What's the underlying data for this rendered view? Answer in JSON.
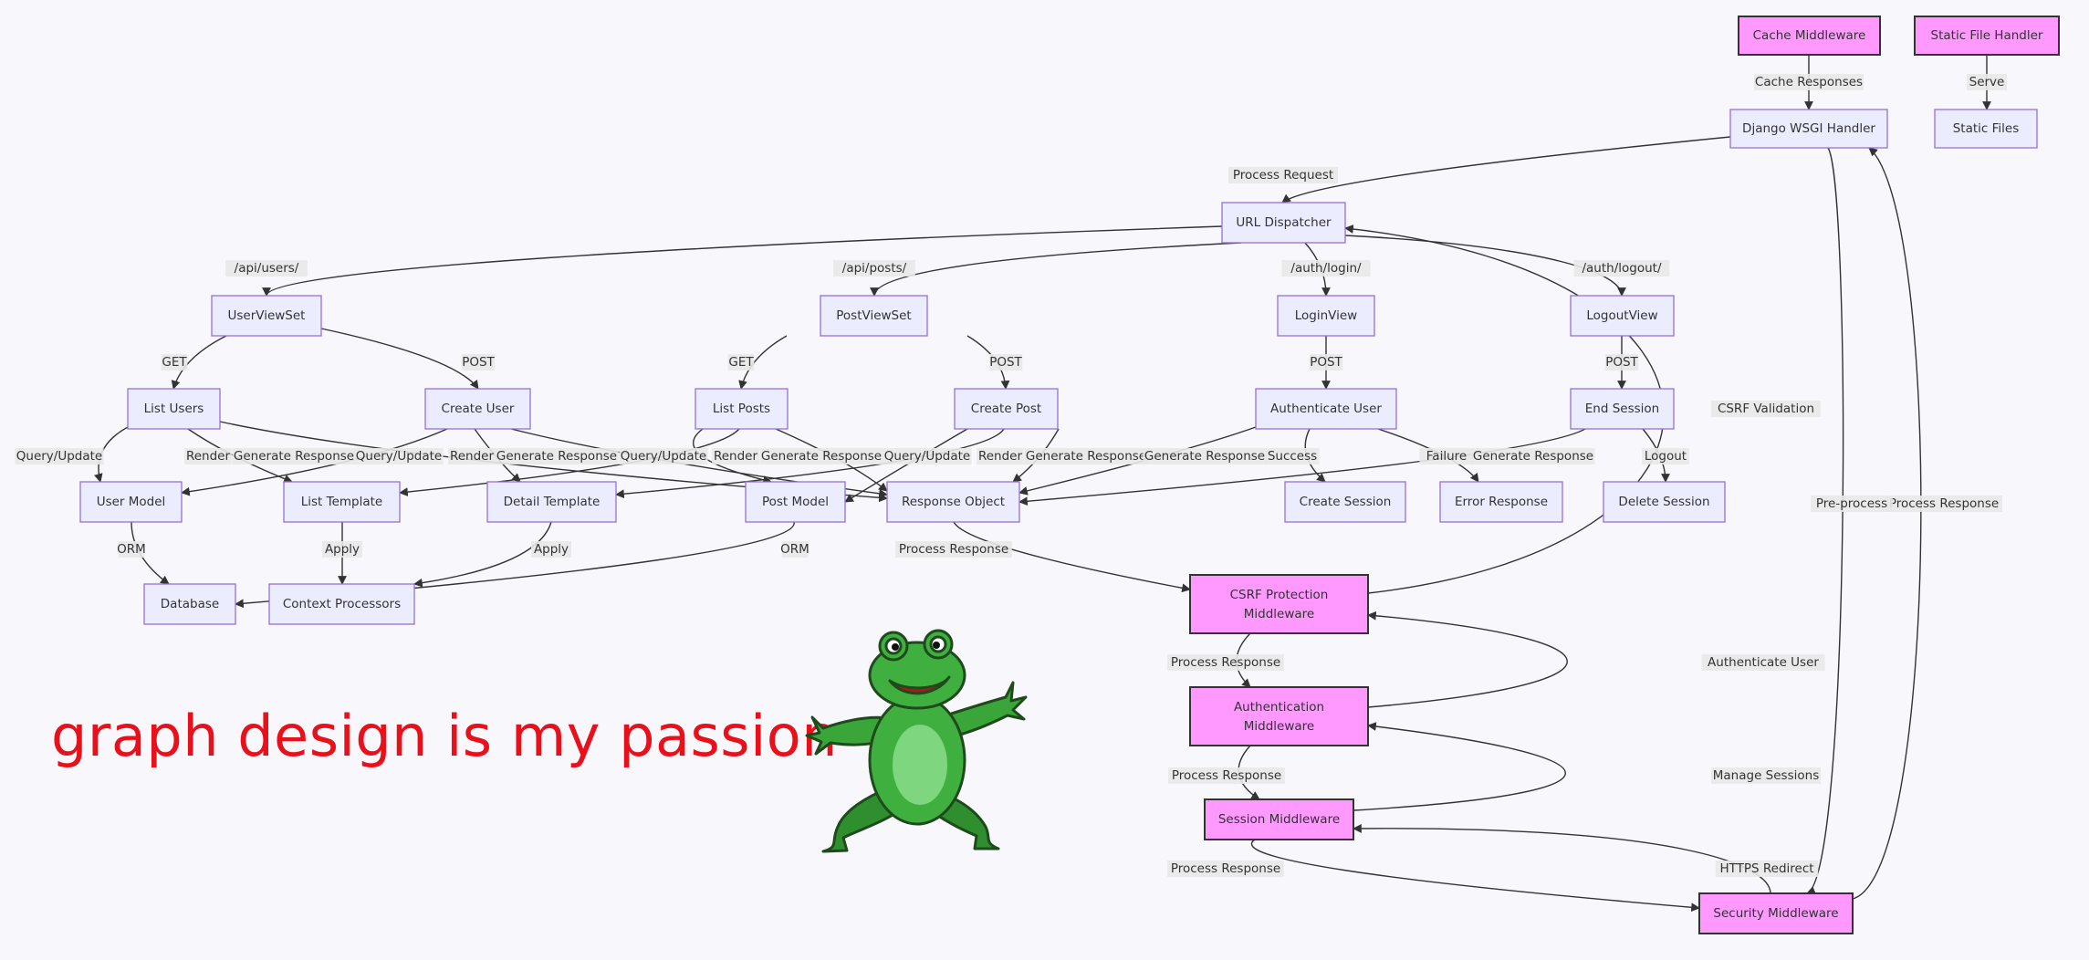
{
  "colors": {
    "node_fill": "#ececff",
    "node_border": "#9370db",
    "highlight_fill": "#ff99ff",
    "edge": "#333333",
    "caption": "#e8101a",
    "background": "#f8f8fc"
  },
  "caption": "graph design is my passion",
  "sticker": "frog-icon",
  "nodes": [
    {
      "id": "cache",
      "label": "Cache Middleware",
      "style": "highlight"
    },
    {
      "id": "static_handler",
      "label": "Static File Handler",
      "style": "highlight"
    },
    {
      "id": "wsgi",
      "label": "Django WSGI Handler",
      "style": "normal"
    },
    {
      "id": "static_files",
      "label": "Static Files",
      "style": "normal"
    },
    {
      "id": "url",
      "label": "URL Dispatcher",
      "style": "normal"
    },
    {
      "id": "userviewset",
      "label": "UserViewSet",
      "style": "normal"
    },
    {
      "id": "postviewset",
      "label": "PostViewSet",
      "style": "normal"
    },
    {
      "id": "loginview",
      "label": "LoginView",
      "style": "normal"
    },
    {
      "id": "logoutview",
      "label": "LogoutView",
      "style": "normal"
    },
    {
      "id": "listusers",
      "label": "List Users",
      "style": "normal"
    },
    {
      "id": "createuser",
      "label": "Create User",
      "style": "normal"
    },
    {
      "id": "listposts",
      "label": "List Posts",
      "style": "normal"
    },
    {
      "id": "createpost",
      "label": "Create Post",
      "style": "normal"
    },
    {
      "id": "authuser",
      "label": "Authenticate User",
      "style": "normal"
    },
    {
      "id": "endsession",
      "label": "End Session",
      "style": "normal"
    },
    {
      "id": "usermodel",
      "label": "User Model",
      "style": "normal"
    },
    {
      "id": "listtemplate",
      "label": "List Template",
      "style": "normal"
    },
    {
      "id": "detailtemplate",
      "label": "Detail Template",
      "style": "normal"
    },
    {
      "id": "postmodel",
      "label": "Post Model",
      "style": "normal"
    },
    {
      "id": "response",
      "label": "Response Object",
      "style": "normal"
    },
    {
      "id": "createsession",
      "label": "Create Session",
      "style": "normal"
    },
    {
      "id": "errorresponse",
      "label": "Error Response",
      "style": "normal"
    },
    {
      "id": "deletesession",
      "label": "Delete Session",
      "style": "normal"
    },
    {
      "id": "database",
      "label": "Database",
      "style": "normal"
    },
    {
      "id": "context",
      "label": "Context Processors",
      "style": "normal"
    },
    {
      "id": "csrf",
      "label": "CSRF Protection",
      "label2": "Middleware",
      "style": "highlight"
    },
    {
      "id": "authmw",
      "label": "Authentication",
      "label2": "Middleware",
      "style": "highlight"
    },
    {
      "id": "sessionmw",
      "label": "Session Middleware",
      "style": "highlight"
    },
    {
      "id": "securitymw",
      "label": "Security Middleware",
      "style": "highlight"
    }
  ],
  "edges": [
    {
      "from": "cache",
      "to": "wsgi",
      "label": "Cache Responses"
    },
    {
      "from": "static_handler",
      "to": "static_files",
      "label": "Serve"
    },
    {
      "from": "wsgi",
      "to": "url",
      "label": "Process Request"
    },
    {
      "from": "url",
      "to": "userviewset",
      "label": "/api/users/"
    },
    {
      "from": "url",
      "to": "postviewset",
      "label": "/api/posts/"
    },
    {
      "from": "url",
      "to": "loginview",
      "label": "/auth/login/"
    },
    {
      "from": "url",
      "to": "logoutview",
      "label": "/auth/logout/"
    },
    {
      "from": "userviewset",
      "to": "listusers",
      "label": "GET"
    },
    {
      "from": "userviewset",
      "to": "createuser",
      "label": "POST"
    },
    {
      "from": "postviewset",
      "to": "listposts",
      "label": "GET"
    },
    {
      "from": "postviewset",
      "to": "createpost",
      "label": "POST"
    },
    {
      "from": "loginview",
      "to": "authuser",
      "label": "POST"
    },
    {
      "from": "logoutview",
      "to": "endsession",
      "label": "POST"
    },
    {
      "from": "listusers",
      "to": "usermodel",
      "label": "Query/Update"
    },
    {
      "from": "listusers",
      "to": "listtemplate",
      "label": "Render"
    },
    {
      "from": "listusers",
      "to": "response",
      "label": "Generate Response"
    },
    {
      "from": "createuser",
      "to": "usermodel",
      "label": "Query/Update"
    },
    {
      "from": "createuser",
      "to": "detailtemplate",
      "label": "Render"
    },
    {
      "from": "createuser",
      "to": "response",
      "label": "Generate Response"
    },
    {
      "from": "listposts",
      "to": "postmodel",
      "label": "Query/Update"
    },
    {
      "from": "listposts",
      "to": "listtemplate",
      "label": "Render"
    },
    {
      "from": "listposts",
      "to": "response",
      "label": "Generate Response"
    },
    {
      "from": "createpost",
      "to": "postmodel",
      "label": "Query/Update"
    },
    {
      "from": "createpost",
      "to": "detailtemplate",
      "label": "Render"
    },
    {
      "from": "createpost",
      "to": "response",
      "label": "Generate Response"
    },
    {
      "from": "authuser",
      "to": "response",
      "label": "Generate Response"
    },
    {
      "from": "authuser",
      "to": "createsession",
      "label": "Success"
    },
    {
      "from": "authuser",
      "to": "errorresponse",
      "label": "Failure"
    },
    {
      "from": "endsession",
      "to": "response",
      "label": "Generate Response"
    },
    {
      "from": "endsession",
      "to": "deletesession",
      "label": "Logout"
    },
    {
      "from": "usermodel",
      "to": "database",
      "label": "ORM"
    },
    {
      "from": "postmodel",
      "to": "database",
      "label": "ORM"
    },
    {
      "from": "listtemplate",
      "to": "context",
      "label": "Apply"
    },
    {
      "from": "detailtemplate",
      "to": "context",
      "label": "Apply"
    },
    {
      "from": "response",
      "to": "csrf",
      "label": "Process Response"
    },
    {
      "from": "csrf",
      "to": "authmw",
      "label": "Process Response"
    },
    {
      "from": "authmw",
      "to": "sessionmw",
      "label": "Process Response"
    },
    {
      "from": "sessionmw",
      "to": "securitymw",
      "label": "Process Response"
    },
    {
      "from": "securitymw",
      "to": "wsgi",
      "label": "Process Response"
    },
    {
      "from": "wsgi",
      "to": "securitymw",
      "label": "Pre-process"
    },
    {
      "from": "securitymw",
      "to": "sessionmw",
      "label": "HTTPS Redirect"
    },
    {
      "from": "sessionmw",
      "to": "authmw",
      "label": "Manage Sessions"
    },
    {
      "from": "authmw",
      "to": "csrf",
      "label": "Authenticate User"
    },
    {
      "from": "csrf",
      "to": "url",
      "label": "CSRF Validation"
    }
  ]
}
